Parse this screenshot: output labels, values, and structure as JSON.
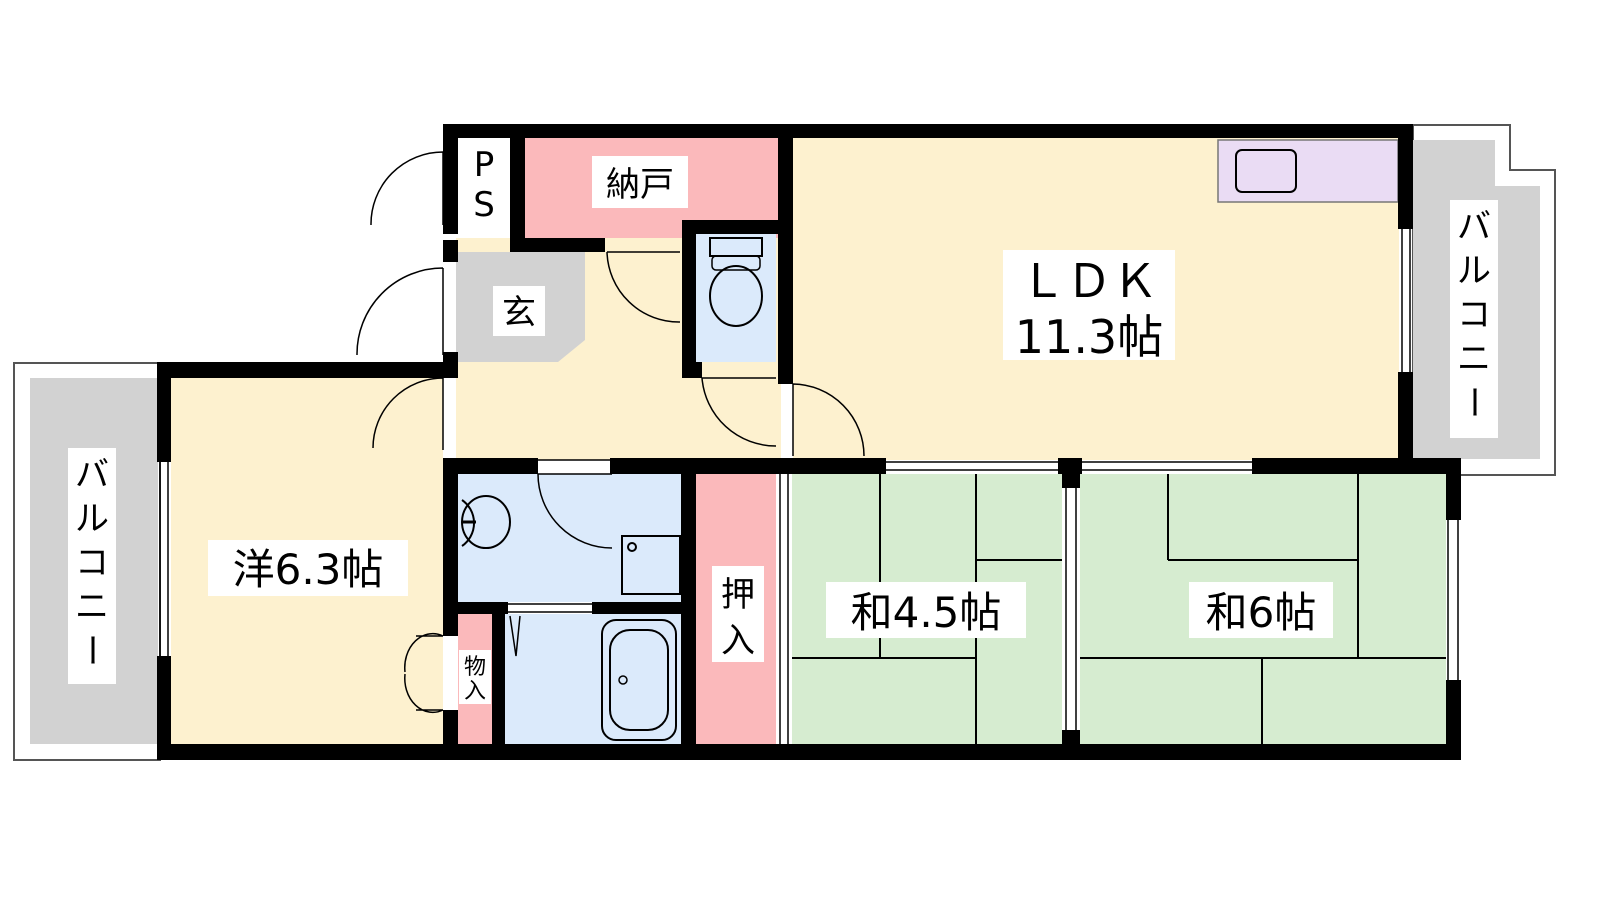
{
  "floorplan": {
    "rooms": {
      "ldk": {
        "name": "ＬＤＫ",
        "size": "11.3帖"
      },
      "western": {
        "label": "洋6.3帖"
      },
      "washitsu_a": {
        "label": "和4.5帖"
      },
      "washitsu_b": {
        "label": "和6帖"
      },
      "nando": {
        "label": "納戸"
      },
      "genkan": {
        "label": "玄"
      },
      "ps": {
        "line1": "P",
        "line2": "S"
      },
      "oshiire": {
        "line1": "押",
        "line2": "入"
      },
      "monoire": {
        "line1": "物",
        "line2": "入"
      },
      "balcony_left": {
        "chars": [
          "バ",
          "ル",
          "コ",
          "ニ",
          "ー"
        ]
      },
      "balcony_right": {
        "chars": [
          "バ",
          "ル",
          "コ",
          "ニ",
          "ー"
        ]
      }
    },
    "colors": {
      "living": "#fdf1cf",
      "storage": "#fbb9bb",
      "wet": "#dbeafb",
      "tatami": "#d6ecd0",
      "hall": "#d2d2d2",
      "kitchen": "#eadcf4",
      "wall": "#000000"
    }
  }
}
